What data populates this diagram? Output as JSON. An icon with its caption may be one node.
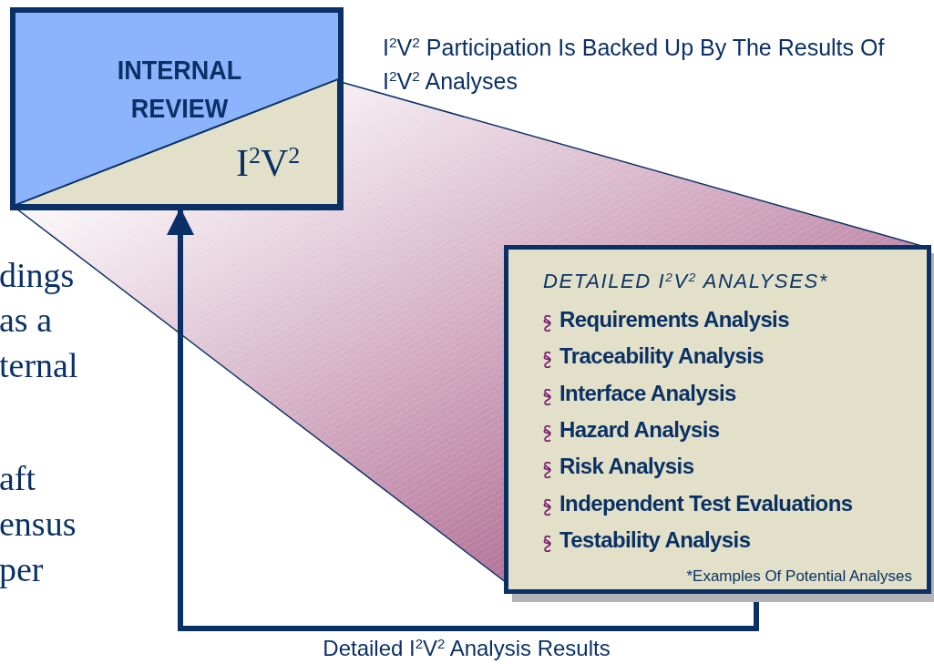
{
  "diagram": {
    "nodes": [
      {
        "text": [
          "INTERNAL REVIEW"
        ]
      },
      {
        "text": [
          "I$^{2}$V$^{2}$"
        ],
        "in": 0
      },
      {
        "text": [
          "DETAILED I$^{2}$V$^{2}$ ANALYSES*",
          "Requirements Analysis",
          "Traceability Analysis",
          "Interface Analysis",
          "Hazard Analysis",
          "Risk Analysis",
          "Independent Test Evaluations",
          "Testability Analysis",
          "*Examples Of Potential Analyses"
        ]
      }
    ],
    "edges": [
      {
        "from": 2,
        "to": 0,
        "arrow": "to",
        "label": "Detailed I$^{2}$V$^{2}$ Analysis Results",
        "style": "thick"
      },
      {
        "from": 0,
        "to": 2,
        "arrow": "none"
      },
      {
        "from": 0,
        "to": 2,
        "arrow": "none"
      }
    ],
    "labels": [
      "I$^{2}$V$^{2}$ Participation Is Backed Up By The Results Of I$^{2}$V$^{2}$ Analyses",
      "dings",
      "as a",
      "ternal",
      "aft",
      "ensus",
      "per"
    ]
  }
}
